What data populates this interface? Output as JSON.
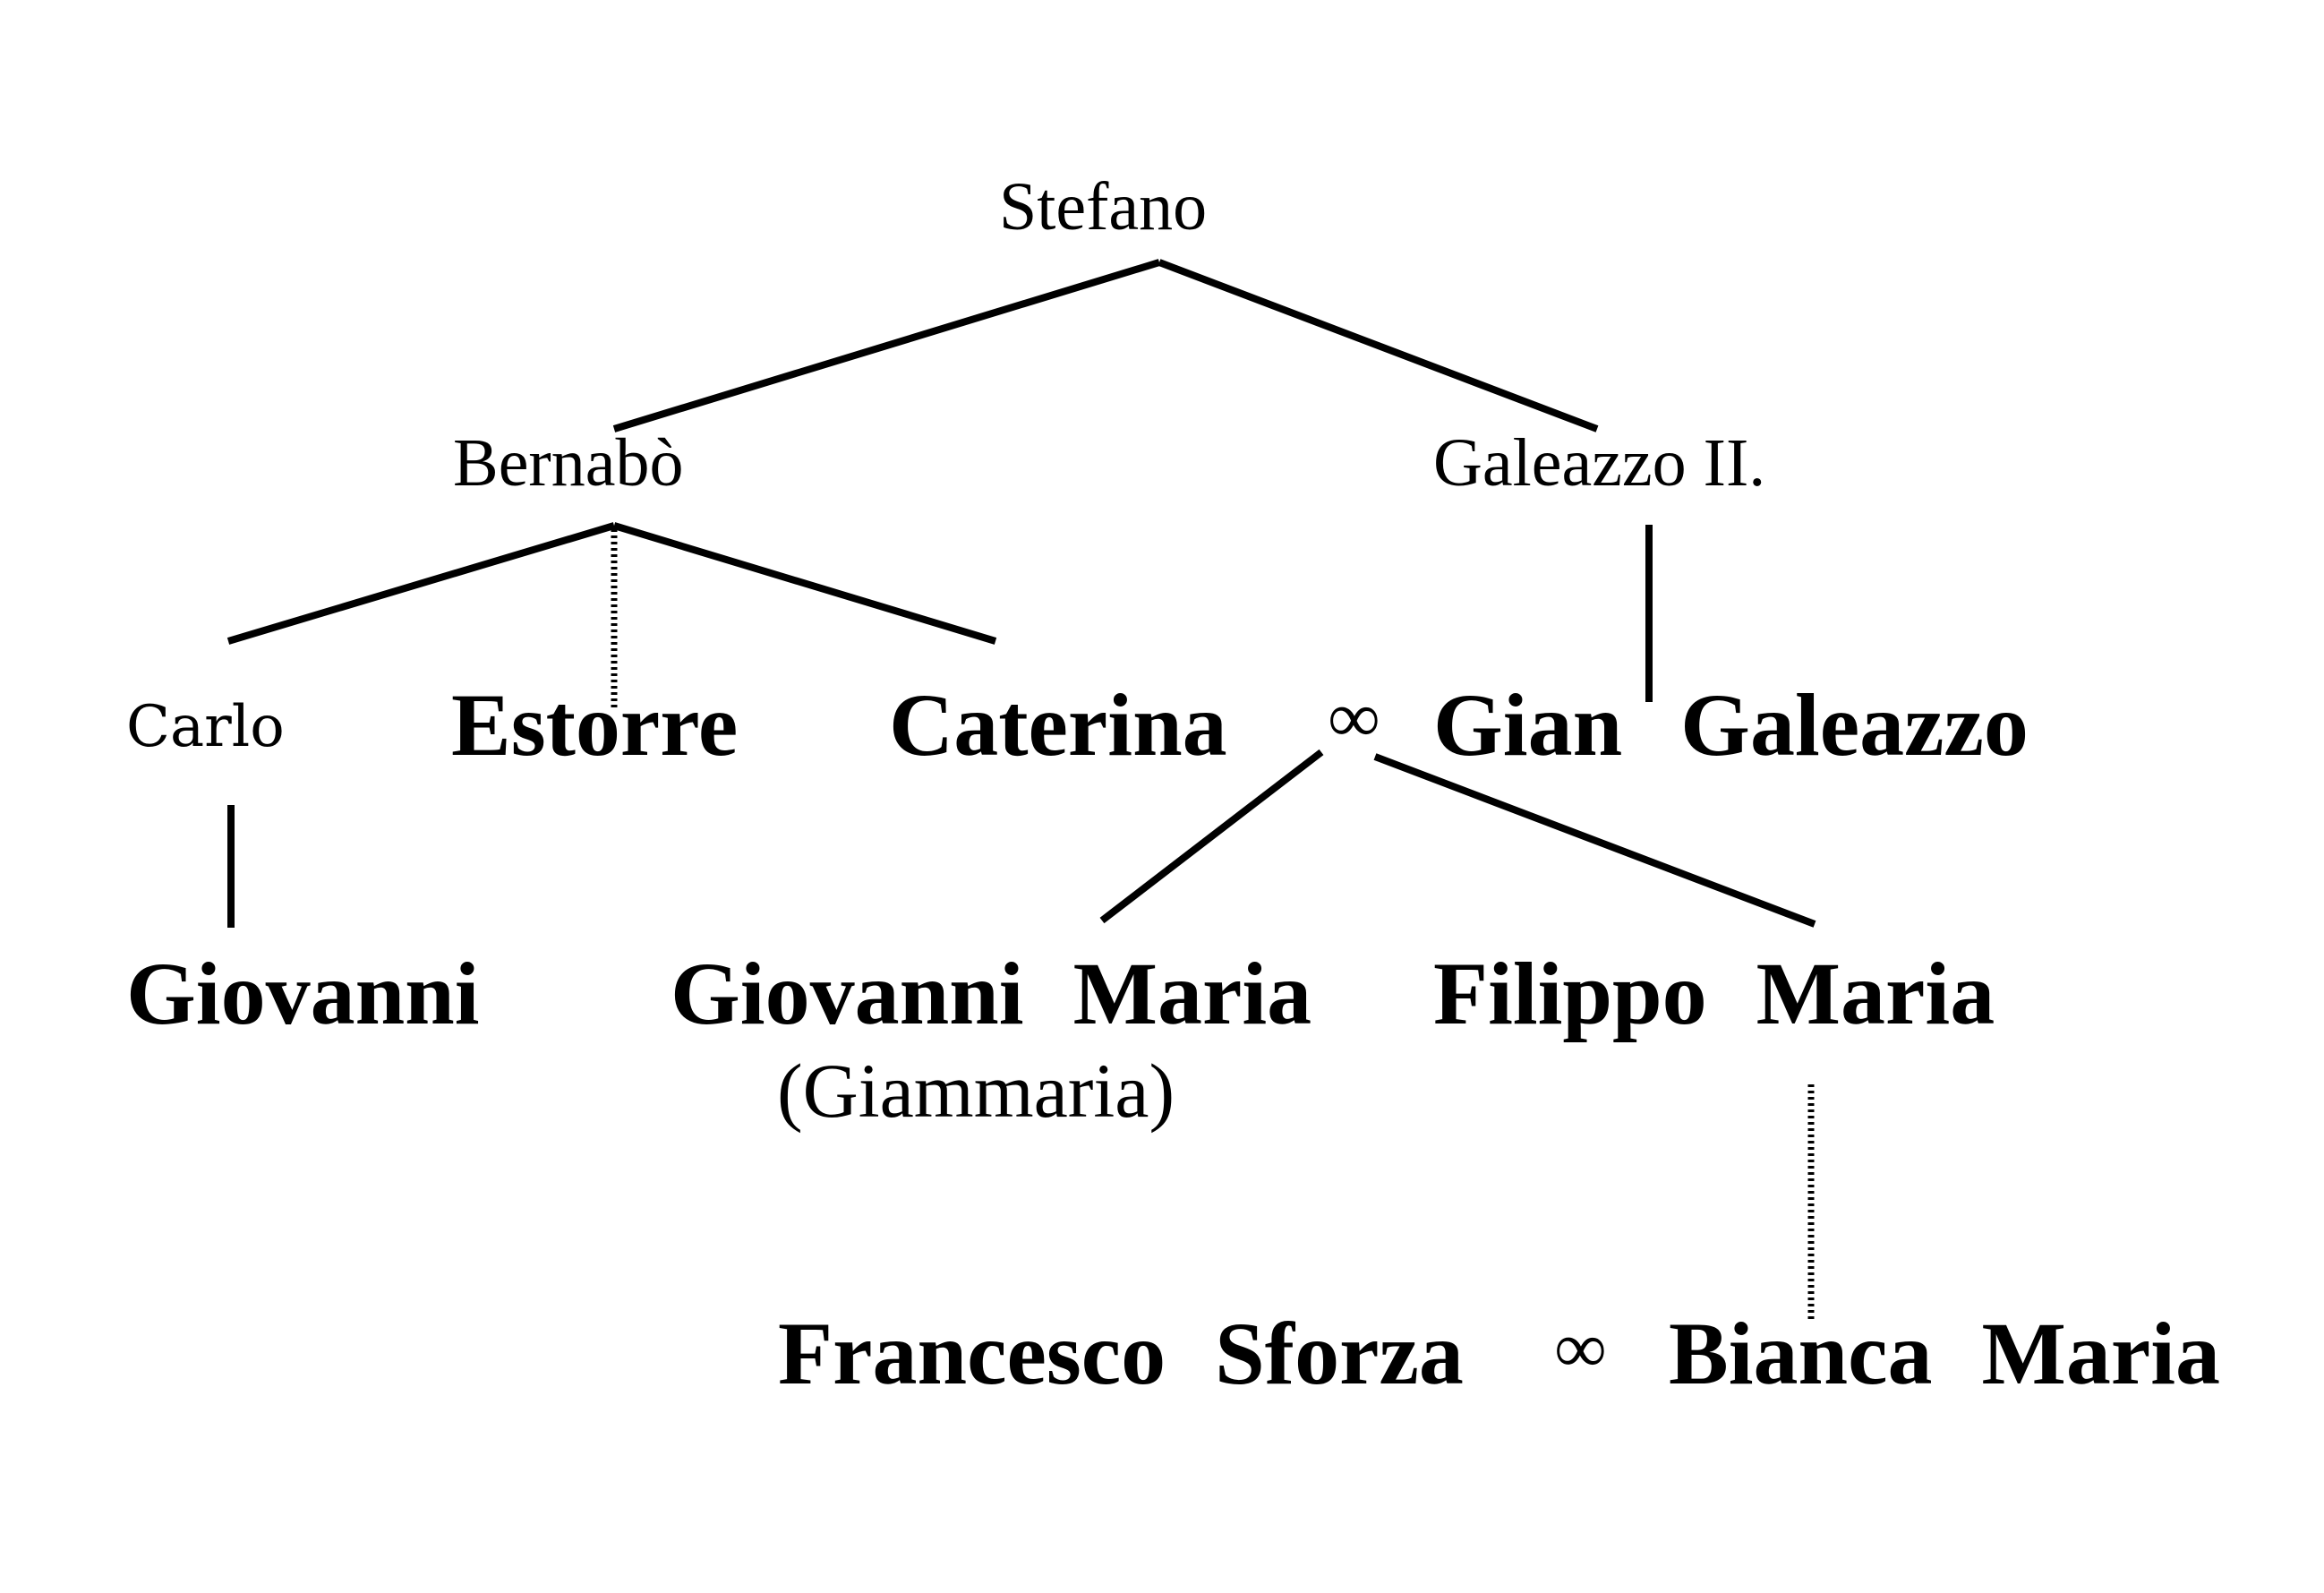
{
  "tree": {
    "root": "Stefano",
    "gen2": {
      "left": "Bernabò",
      "right": "Galeazzo II."
    },
    "gen3": {
      "carlo": "Carlo",
      "estorre": "Estorre",
      "caterina": "Caterina",
      "marriage_symbol": "∞",
      "gian_galeazzo": "Gian  Galeazzo"
    },
    "gen4": {
      "giovanni": "Giovanni",
      "giovanni_maria": "Giovanni  Maria",
      "giammaria": "(Giammaria)",
      "filippo_maria": "Filippo  Maria"
    },
    "gen5": {
      "francesco_sforza": "Francesco  Sforza",
      "marriage_symbol": "∞",
      "bianca_maria": "Bianca  Maria"
    }
  }
}
